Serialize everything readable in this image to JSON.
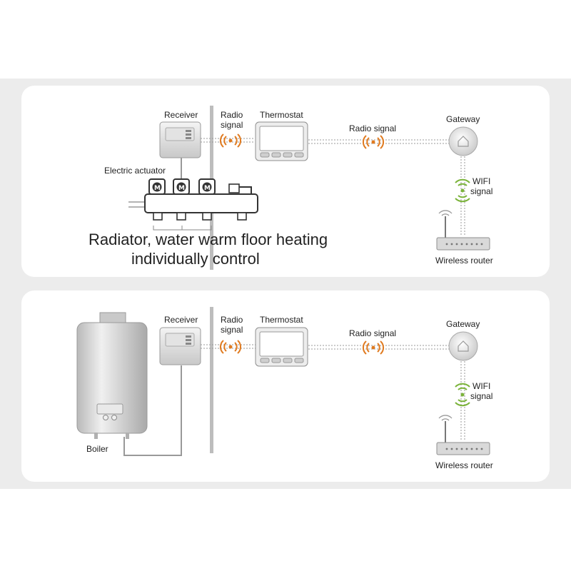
{
  "panel_top": {
    "receiver_label": "Receiver",
    "radio_signal_label_1": "Radio",
    "radio_signal_label_2": "signal",
    "thermostat_label": "Thermostat",
    "radio_signal_long_label": "Radio signal",
    "gateway_label": "Gateway",
    "wifi_label_1": "WIFI",
    "wifi_label_2": "signal",
    "router_label": "Wireless router",
    "actuator_label": "Electric actuator",
    "caption_line_1": "Radiator, water warm floor heating",
    "caption_line_2": "individually control"
  },
  "panel_bottom": {
    "receiver_label": "Receiver",
    "radio_signal_label_1": "Radio",
    "radio_signal_label_2": "signal",
    "thermostat_label": "Thermostat",
    "radio_signal_long_label": "Radio signal",
    "gateway_label": "Gateway",
    "wifi_label_1": "WIFI",
    "wifi_label_2": "signal",
    "router_label": "Wireless router",
    "boiler_label": "Boiler"
  },
  "colors": {
    "background_band": "#ececec",
    "signal_orange": "#e07a1f",
    "wifi_green": "#7bb33a",
    "device_gray": "#c9c9c9",
    "line_gray": "#9a9a9a"
  }
}
